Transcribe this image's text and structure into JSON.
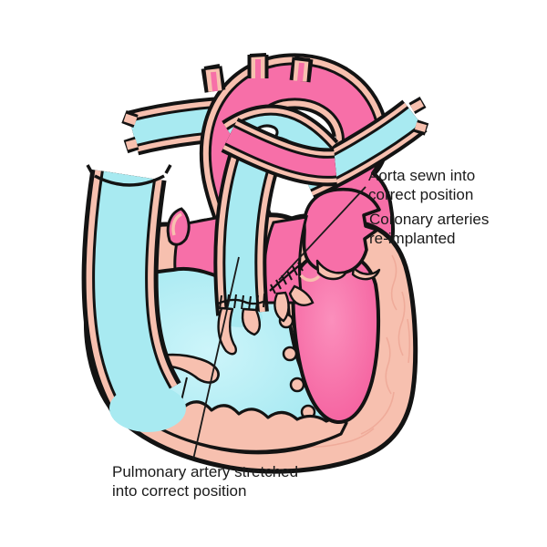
{
  "figure": {
    "labels": {
      "aorta": {
        "line1": "Aorta sewn into",
        "line2": "correct position"
      },
      "coronary": {
        "line1": "Coronary arteries",
        "line2": "re-implanted"
      },
      "pulmonary": {
        "line1": "Pulmonary artery stretched",
        "line2": "into correct position"
      }
    },
    "colors": {
      "oxygenated_pink": "#F76FA8",
      "deoxygenated_blue": "#A8EAF1",
      "vessel_wall_salmon": "#F7C0AF",
      "outline_black": "#131313",
      "background": "#FFFFFF"
    }
  }
}
